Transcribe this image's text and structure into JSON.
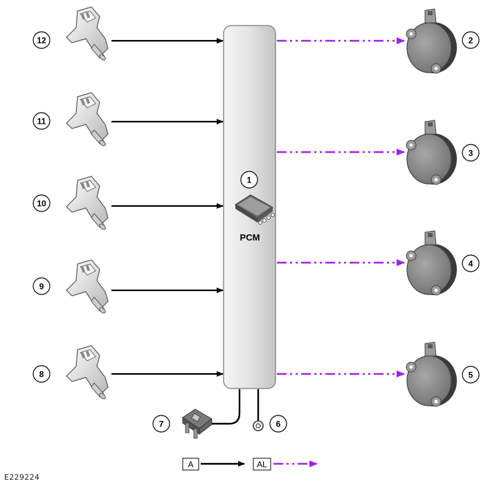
{
  "figure_id": "E229224",
  "pcm": {
    "callout": "1",
    "label": "PCM"
  },
  "callouts": {
    "c2": "2",
    "c3": "3",
    "c4": "4",
    "c5": "5",
    "c6": "6",
    "c7": "7",
    "c8": "8",
    "c9": "9",
    "c10": "10",
    "c11": "11",
    "c12": "12"
  },
  "key": {
    "a_label": "A",
    "al_label": "AL"
  },
  "colors": {
    "signal": "#000000",
    "output": "#a020f0",
    "pcm_fill": "#d9d9d9"
  },
  "icons": {
    "inputs": "camshaft-sensor-icon",
    "outputs": "vvt-solenoid-icon",
    "fuse": "fuse-icon",
    "ground": "ground-icon",
    "module": "pcm-chip-icon"
  }
}
